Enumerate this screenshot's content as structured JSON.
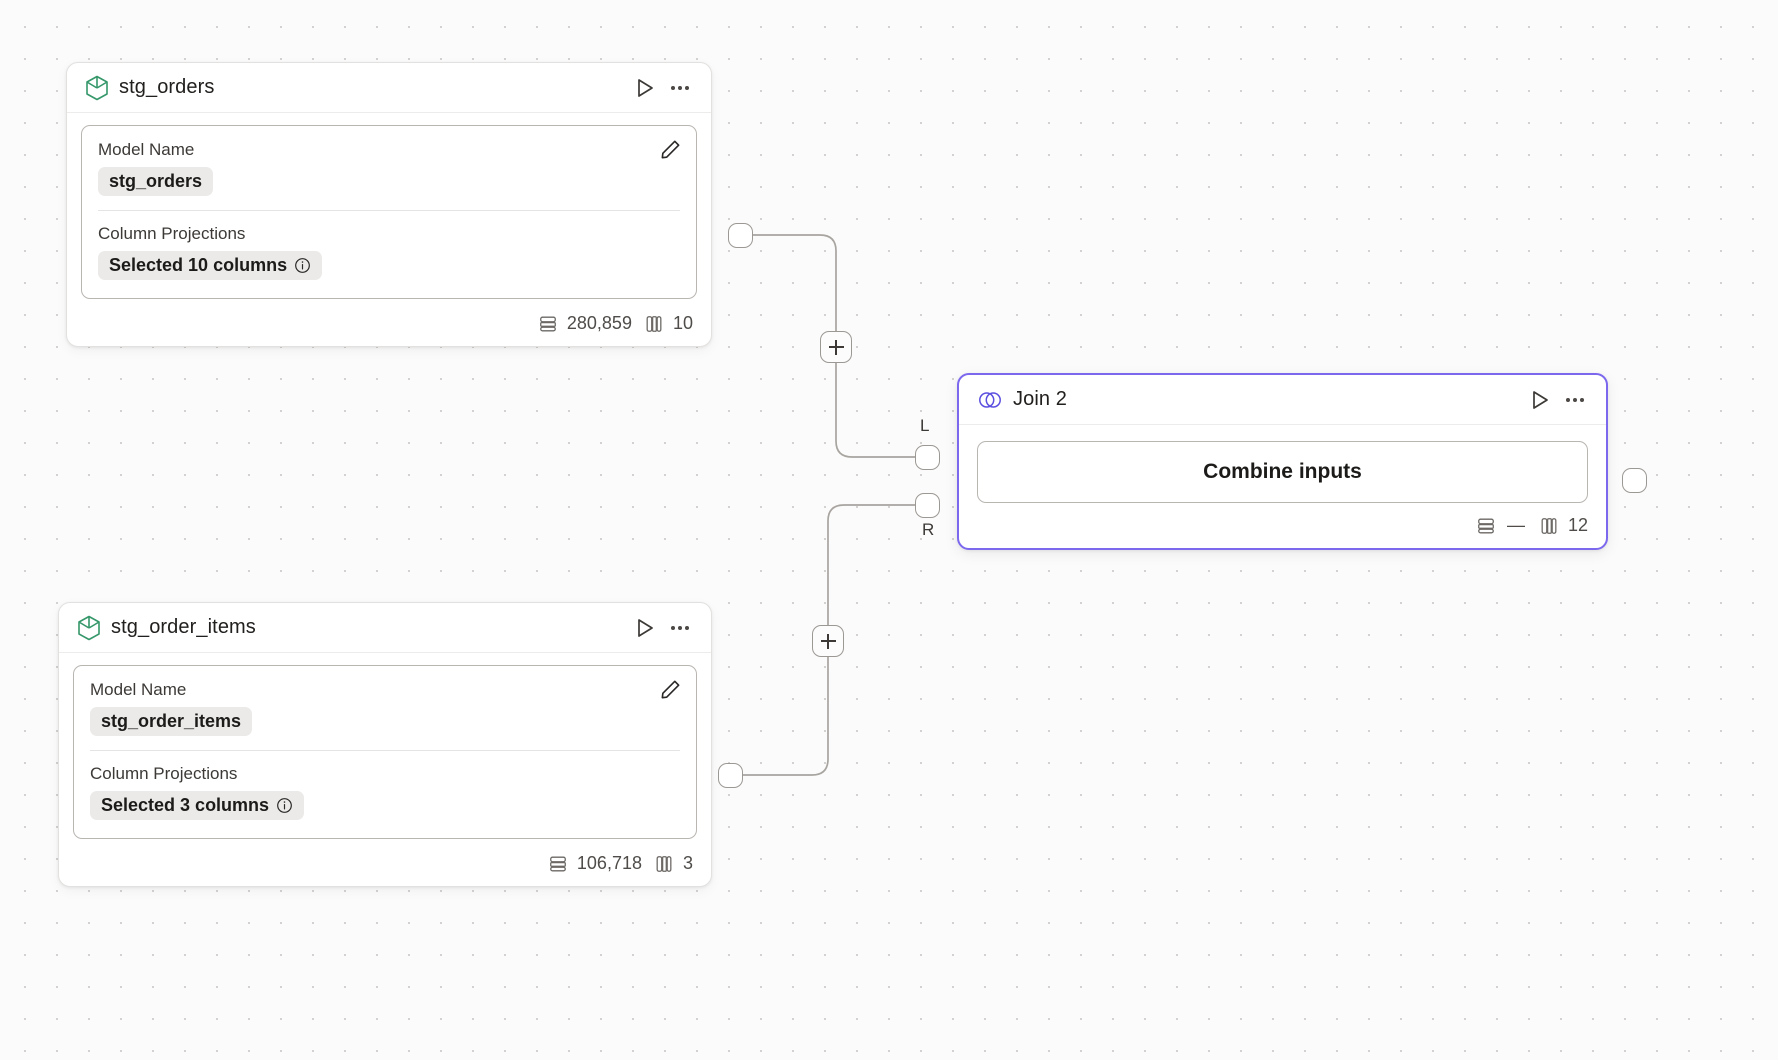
{
  "canvas": {
    "background_color": "#fbfbfb",
    "grid_dot_color": "#d4d2d0",
    "accent_color": "#7b68ee",
    "model_icon_color": "#35976a"
  },
  "nodes": [
    {
      "id": "stg_orders",
      "title": "stg_orders",
      "icon": "cube-icon",
      "selected": false,
      "panel": {
        "model_name_label": "Model Name",
        "model_name_value": "stg_orders",
        "column_projections_label": "Column Projections",
        "column_projections_value": "Selected 10 columns"
      },
      "footer": {
        "rows": "280,859",
        "columns": "10"
      }
    },
    {
      "id": "stg_order_items",
      "title": "stg_order_items",
      "icon": "cube-icon",
      "selected": false,
      "panel": {
        "model_name_label": "Model Name",
        "model_name_value": "stg_order_items",
        "column_projections_label": "Column Projections",
        "column_projections_value": "Selected 3 columns"
      },
      "footer": {
        "rows": "106,718",
        "columns": "3"
      }
    },
    {
      "id": "join_2",
      "title": "Join 2",
      "icon": "venn-join-icon",
      "selected": true,
      "body": {
        "combine_button_label": "Combine inputs"
      },
      "footer": {
        "rows": "—",
        "columns": "12"
      }
    }
  ],
  "ports": {
    "left_input_label": "L",
    "right_input_label": "R"
  },
  "edge_actions": {
    "add_step_label": "+"
  }
}
